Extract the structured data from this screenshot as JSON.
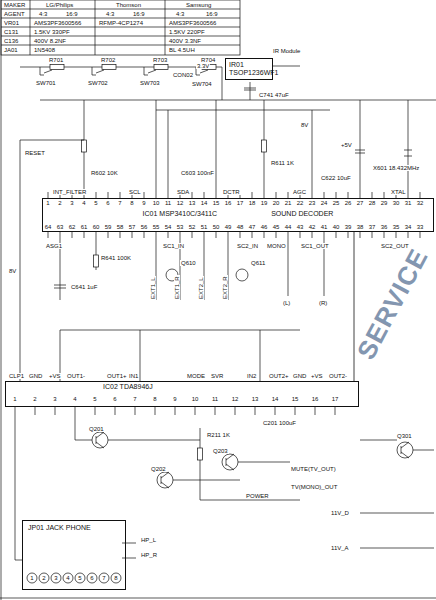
{
  "diagram": {
    "nodes": [
      {
        "text": [
          "IC01 MSP3410C/3411C",
          "SOUND DECODER"
        ]
      },
      {
        "text": [
          "IC02 TDA8946J"
        ]
      },
      {
        "text": [
          "JP01 JACK PHONE"
        ]
      },
      {
        "text": [
          "IR01 TSOP1236WF1"
        ]
      }
    ],
    "edges": [
      {
        "from": 0,
        "to": 1,
        "arrow": "none"
      }
    ],
    "labels": [
      "MAKER",
      "LG/Philips",
      "Thomson",
      "Samsung",
      "AGENT",
      "4:3",
      "16:9",
      "4:3",
      "16:9",
      "4:3",
      "16:9",
      "VR01",
      "AMS3PF3600566",
      "RFMP-4CP1274",
      "AMS3PF3600566",
      "C131",
      "1.5KV 330PF",
      "1.5KV 220PF",
      "C136",
      "400V 8.2NF",
      "400V 3.3NF",
      "JA01",
      "1N5408",
      "BL 4.5UH",
      "R701",
      "R702",
      "R703",
      "R704",
      "SW701",
      "SW702",
      "SW703",
      "SW704",
      "CON02",
      "3.3V",
      "IR Module",
      "C741 47uF",
      "+5V",
      "8V",
      "RESET",
      "R602 10K",
      "C603 100nF",
      "R611 1K",
      "C622 10uF",
      "X601 18.432MHz",
      "INT_FILTER",
      "SCL",
      "SDA",
      "DCTR",
      "AGC",
      "XTAL",
      "ASG1",
      "SC1_IN",
      "SC2_IN",
      "MONO",
      "SC1_OUT",
      "SC2_OUT",
      "R641 100K",
      "C641 1uF",
      "Q610",
      "Q611",
      "EXT1_L",
      "EXT1_R",
      "EXT2_L",
      "EXT2_R",
      "(L)",
      "(R)",
      "8V",
      "SERVICE",
      "CLP1",
      "GND",
      "+VS",
      "OUT1-",
      "OUT1+",
      "IN1",
      "MODE",
      "SVR",
      "IN2",
      "OUT2+",
      "GND",
      "+VS",
      "OUT2-",
      "Q201",
      "Q202",
      "Q203",
      "Q301",
      "POWER",
      "11V_D",
      "11V_A",
      "MUTE(TV_OUT)",
      "TV(MONO)_OUT",
      "R211 1K",
      "C201 100uF",
      "HP_L",
      "HP_R",
      "1",
      "2",
      "3",
      "4",
      "5",
      "6",
      "7",
      "8",
      "9",
      "10",
      "11",
      "12",
      "13",
      "14",
      "15",
      "16",
      "17",
      "18",
      "19",
      "20",
      "21",
      "22",
      "23",
      "24",
      "25",
      "26",
      "27",
      "28",
      "29",
      "30",
      "31",
      "32",
      "64",
      "63",
      "62",
      "61",
      "60",
      "59",
      "58",
      "57",
      "56",
      "55",
      "54",
      "53",
      "52",
      "51",
      "50",
      "49",
      "48",
      "47",
      "46",
      "45",
      "44",
      "43",
      "42",
      "41",
      "40",
      "39",
      "38",
      "37",
      "36",
      "35",
      "34",
      "33",
      "1",
      "2",
      "3",
      "4",
      "5",
      "6",
      "7",
      "8",
      "9",
      "10",
      "11",
      "12",
      "13",
      "14",
      "15",
      "16",
      "17",
      "1",
      "2",
      "3",
      "4",
      "5",
      "6",
      "7",
      "8"
    ]
  }
}
